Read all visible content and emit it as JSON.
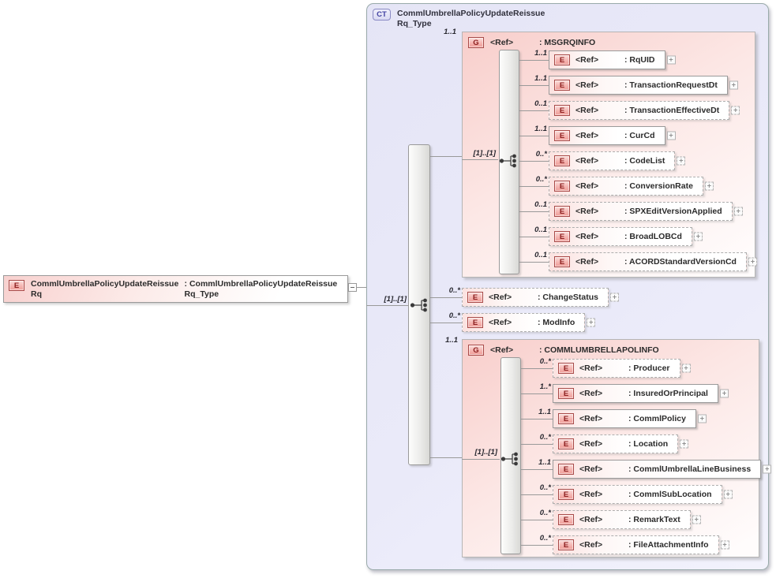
{
  "root_element": {
    "badge": "E",
    "name": "CommlUmbrellaPolicyUpdateReissueRq",
    "type_label": ": CommlUmbrellaPolicyUpdateReissueRq_Type"
  },
  "complex_type": {
    "badge": "CT",
    "title": "CommlUmbrellaPolicyUpdateReissueRq_Type",
    "sequence_cardinality": "[1]..[1]",
    "msgrqinfo_group": {
      "cardinality": "1..1",
      "badge": "G",
      "ref_label": "<Ref>",
      "name_label": ": MSGRQINFO",
      "sequence_cardinality": "[1]..[1]",
      "children": [
        {
          "cardinality": "1..1",
          "badge": "E",
          "ref_label": "<Ref>",
          "name_label": ": RqUID",
          "optional": false
        },
        {
          "cardinality": "1..1",
          "badge": "E",
          "ref_label": "<Ref>",
          "name_label": ": TransactionRequestDt",
          "optional": false
        },
        {
          "cardinality": "0..1",
          "badge": "E",
          "ref_label": "<Ref>",
          "name_label": ": TransactionEffectiveDt",
          "optional": true
        },
        {
          "cardinality": "1..1",
          "badge": "E",
          "ref_label": "<Ref>",
          "name_label": ": CurCd",
          "optional": false
        },
        {
          "cardinality": "0..*",
          "badge": "E",
          "ref_label": "<Ref>",
          "name_label": ": CodeList",
          "optional": true
        },
        {
          "cardinality": "0..*",
          "badge": "E",
          "ref_label": "<Ref>",
          "name_label": ": ConversionRate",
          "optional": true
        },
        {
          "cardinality": "0..1",
          "badge": "E",
          "ref_label": "<Ref>",
          "name_label": ": SPXEditVersionApplied",
          "optional": true
        },
        {
          "cardinality": "0..1",
          "badge": "E",
          "ref_label": "<Ref>",
          "name_label": ": BroadLOBCd",
          "optional": true
        },
        {
          "cardinality": "0..1",
          "badge": "E",
          "ref_label": "<Ref>",
          "name_label": ": ACORDStandardVersionCd",
          "optional": true
        }
      ]
    },
    "middle_elements": [
      {
        "cardinality": "0..*",
        "badge": "E",
        "ref_label": "<Ref>",
        "name_label": ": ChangeStatus",
        "optional": true
      },
      {
        "cardinality": "0..*",
        "badge": "E",
        "ref_label": "<Ref>",
        "name_label": ": ModInfo",
        "optional": true
      }
    ],
    "polinfo_group": {
      "cardinality": "1..1",
      "badge": "G",
      "ref_label": "<Ref>",
      "name_label": ": COMMLUMBRELLAPOLINFO",
      "sequence_cardinality": "[1]..[1]",
      "children": [
        {
          "cardinality": "0..*",
          "badge": "E",
          "ref_label": "<Ref>",
          "name_label": ": Producer",
          "optional": true
        },
        {
          "cardinality": "1..*",
          "badge": "E",
          "ref_label": "<Ref>",
          "name_label": ": InsuredOrPrincipal",
          "optional": false
        },
        {
          "cardinality": "1..1",
          "badge": "E",
          "ref_label": "<Ref>",
          "name_label": ": CommlPolicy",
          "optional": false
        },
        {
          "cardinality": "0..*",
          "badge": "E",
          "ref_label": "<Ref>",
          "name_label": ": Location",
          "optional": true
        },
        {
          "cardinality": "1..1",
          "badge": "E",
          "ref_label": "<Ref>",
          "name_label": ": CommlUmbrellaLineBusiness",
          "optional": false
        },
        {
          "cardinality": "0..*",
          "badge": "E",
          "ref_label": "<Ref>",
          "name_label": ": CommlSubLocation",
          "optional": true
        },
        {
          "cardinality": "0..*",
          "badge": "E",
          "ref_label": "<Ref>",
          "name_label": ": RemarkText",
          "optional": true
        },
        {
          "cardinality": "0..*",
          "badge": "E",
          "ref_label": "<Ref>",
          "name_label": ": FileAttachmentInfo",
          "optional": true
        }
      ]
    }
  },
  "icons": {
    "expand_glyph": "+",
    "sequence_icon": "sequence-compositor",
    "collapse_icon": "minus"
  },
  "colors": {
    "element_accent": "#a94a48",
    "element_badge_text": "#8b1d1d",
    "ct_accent": "#4343a2",
    "ct_background": "#e9e9f8",
    "group_background": "#f8cecb",
    "connector": "#999999",
    "text": "#2b2b2b"
  }
}
